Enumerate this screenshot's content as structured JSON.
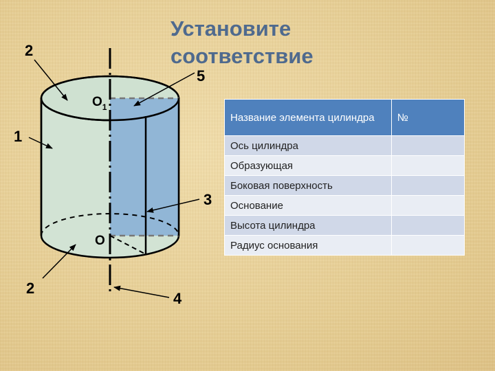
{
  "title": "Установите соответствие",
  "labels": {
    "base_top": "2",
    "lateral": "1",
    "base_bottom": "2",
    "generatrix": "3",
    "axis": "4",
    "radius": "5",
    "center_top": "O",
    "center_top_sub": "1",
    "center_bottom": "O"
  },
  "table": {
    "headers": [
      "Название элемента цилиндра",
      "№"
    ],
    "rows": [
      {
        "name": "Ось цилиндра",
        "number": ""
      },
      {
        "name": "Образующая",
        "number": ""
      },
      {
        "name": "Боковая поверхность",
        "number": ""
      },
      {
        "name": "Основание",
        "number": ""
      },
      {
        "name": "Высота  цилиндра",
        "number": ""
      },
      {
        "name": "Радиус  основания",
        "number": ""
      }
    ]
  },
  "colors": {
    "title": "#4f6a8e",
    "cylinder_fill": "#d2e3d4",
    "section_fill": "#8db3d6",
    "header_fill": "#4f81bd",
    "row_odd": "#d0d8e8",
    "row_even": "#e9edf4"
  }
}
